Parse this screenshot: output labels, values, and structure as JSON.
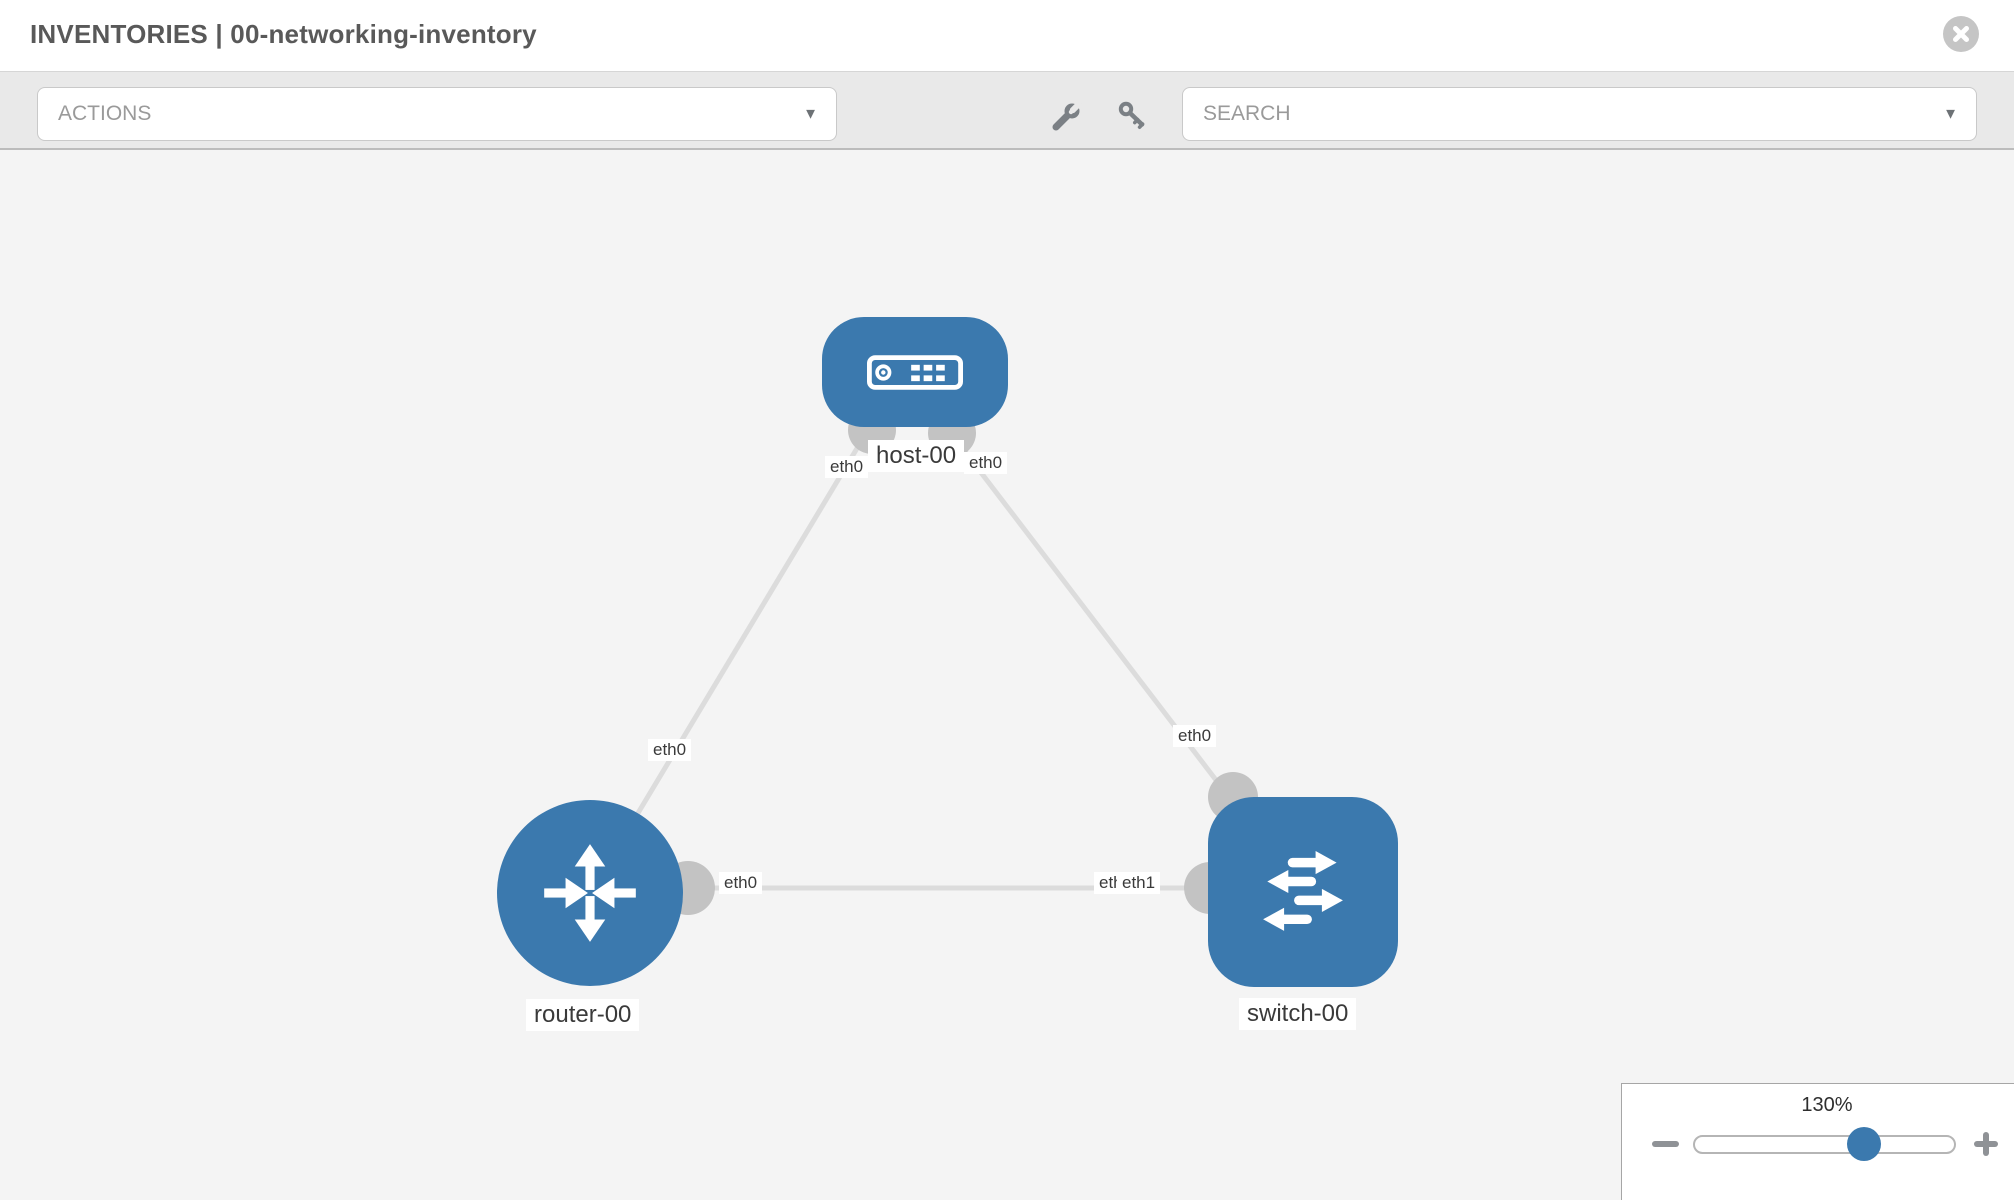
{
  "header": {
    "title": "INVENTORIES | 00-networking-inventory"
  },
  "toolbar": {
    "actions_label": "ACTIONS",
    "search_label": "SEARCH"
  },
  "topology": {
    "nodes": [
      {
        "id": "host-00",
        "type": "host",
        "label": "host-00",
        "icon": "server-icon"
      },
      {
        "id": "router-00",
        "type": "router",
        "label": "router-00",
        "icon": "router-arrows-icon"
      },
      {
        "id": "switch-00",
        "type": "switch",
        "label": "switch-00",
        "icon": "switch-arrows-icon"
      }
    ],
    "links": [
      {
        "from": "host-00",
        "to": "router-00",
        "from_interface": "eth0",
        "to_interface": "eth0"
      },
      {
        "from": "host-00",
        "to": "switch-00",
        "from_interface": "eth0",
        "to_interface": "eth0"
      },
      {
        "from": "router-00",
        "to": "switch-00",
        "from_interface": "eth0",
        "to_interface": "eth1",
        "to_interface_underlay": "eth0"
      }
    ]
  },
  "zoom_control": {
    "level": "130%",
    "percent_value": 130
  },
  "colors": {
    "node_fill": "#3b79ae",
    "link": "#dcdcdc",
    "port": "#c3c3c3",
    "canvas_bg": "#f4f4f4",
    "toolbar_bg": "#e9e9e9"
  }
}
